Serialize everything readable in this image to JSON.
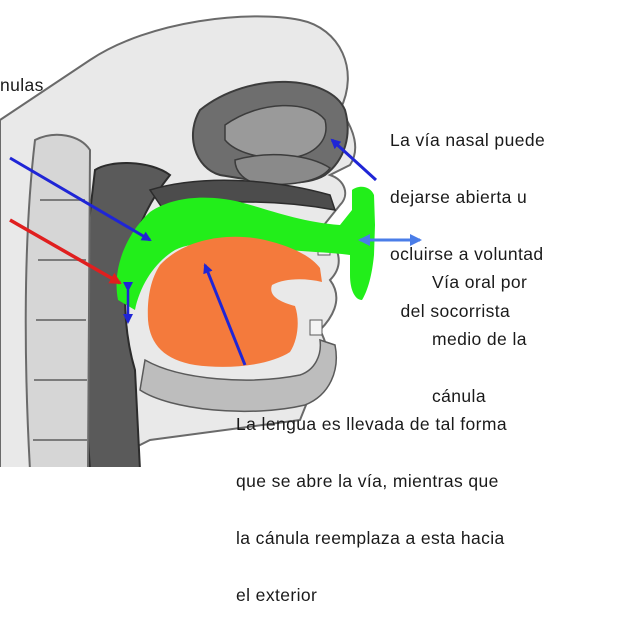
{
  "labels": {
    "cutoff": [
      "nulas"
    ],
    "nasal": [
      "La vía nasal puede",
      "dejarse abierta u",
      "ocluirse a voluntad",
      "  del socorrista"
    ],
    "oral": [
      "Vía oral por",
      "medio de la",
      "cánula"
    ],
    "tongue": [
      "La lengua es llevada de tal forma",
      "que se abre la vía, mientras que",
      "la cánula reemplaza a esta hacia",
      "el exterior"
    ]
  },
  "colors": {
    "cannula": "#22ee1a",
    "tongue": "#f47a3c",
    "arrow_blue": "#1f25d6",
    "arrow_red": "#e01f1f",
    "arrow_light_blue": "#4a7de8",
    "tissue_dark": "#5a5a5a",
    "tissue_mid": "#8c8c8c",
    "tissue_light": "#bdbdbd"
  }
}
